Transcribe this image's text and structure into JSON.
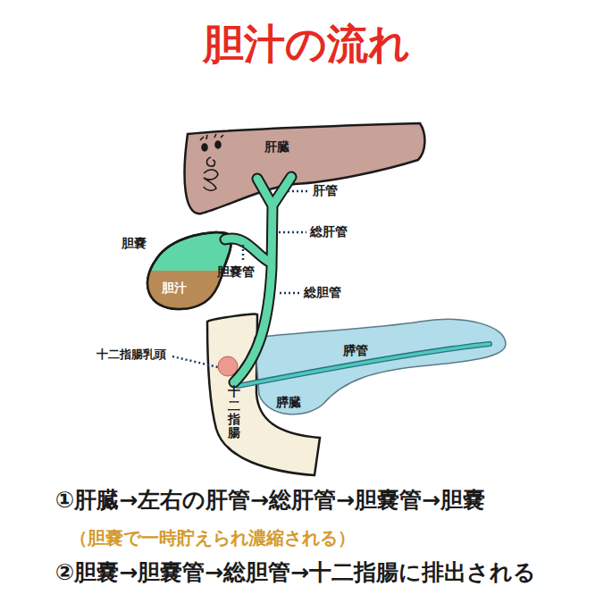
{
  "diagram": {
    "title": "胆汁の流れ",
    "nodes": [
      {
        "text": [
          "肝臓"
        ]
      },
      {
        "text": [
          "胆汁"
        ]
      },
      {
        "text": [
          "十二指腸"
        ]
      },
      {
        "text": [
          "膵臓"
        ]
      }
    ],
    "labels": [
      "肝管",
      "総肝管",
      "胆嚢",
      "胆嚢管",
      "総胆管",
      "十二指腸乳頭",
      "膵管",
      "①肝臓→左右の肝管→総肝管→胆嚢管→胆嚢",
      "（胆嚢で一時貯えられ濃縮される）",
      "②胆嚢→胆嚢管→総胆管→十二指腸に排出される"
    ]
  }
}
